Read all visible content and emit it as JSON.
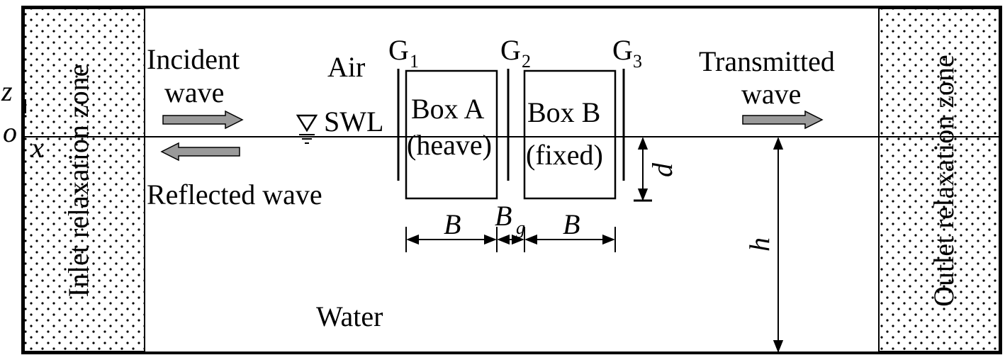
{
  "zones": {
    "inlet": "Inlet relaxation zone",
    "outlet": "Outlet relaxation zone"
  },
  "waves": {
    "incident_line1": "Incident",
    "incident_line2": "wave",
    "reflected": "Reflected wave",
    "transmitted_line1": "Transmitted",
    "transmitted_line2": "wave"
  },
  "media": {
    "air": "Air",
    "water": "Water",
    "swl": "SWL"
  },
  "axes": {
    "z": "z",
    "x": "x",
    "origin": "o"
  },
  "gauges": [
    {
      "letter": "G",
      "index": "1"
    },
    {
      "letter": "G",
      "index": "2"
    },
    {
      "letter": "G",
      "index": "3"
    }
  ],
  "boxes": {
    "a_line1": "Box A",
    "a_line2": "(heave)",
    "b_line1": "Box B",
    "b_line2": "(fixed)"
  },
  "dimensions": {
    "width_a": "B",
    "gap": "B",
    "gap_sub": "g",
    "width_b": "B",
    "draft": "d",
    "depth": "h"
  },
  "colors": {
    "line": "#000000",
    "arrow_fill": "#9a9a9a",
    "zone_dot": "#000000",
    "background": "#ffffff"
  }
}
